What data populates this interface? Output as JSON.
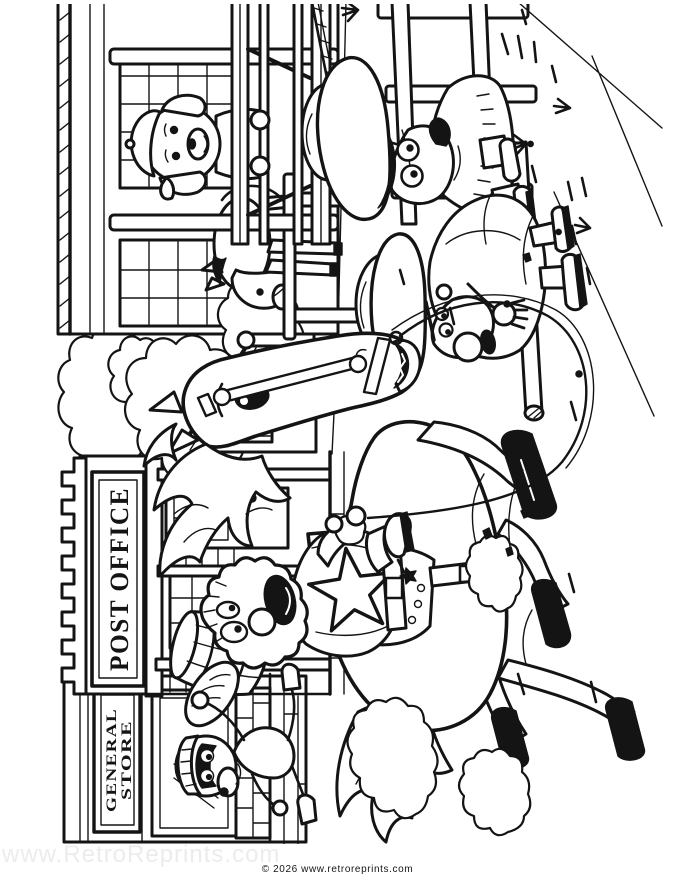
{
  "page": {
    "background": "#ffffff",
    "ink": "#141414"
  },
  "signs": {
    "post_office": "POST OFFICE",
    "general_store_line1": "GENERAL",
    "general_store_line2": "STORE"
  },
  "watermark": {
    "text": "www.RetroReprints.com",
    "color": "#ececec"
  },
  "footer": {
    "copyright": "© 2026 www.retroreprints.com"
  }
}
